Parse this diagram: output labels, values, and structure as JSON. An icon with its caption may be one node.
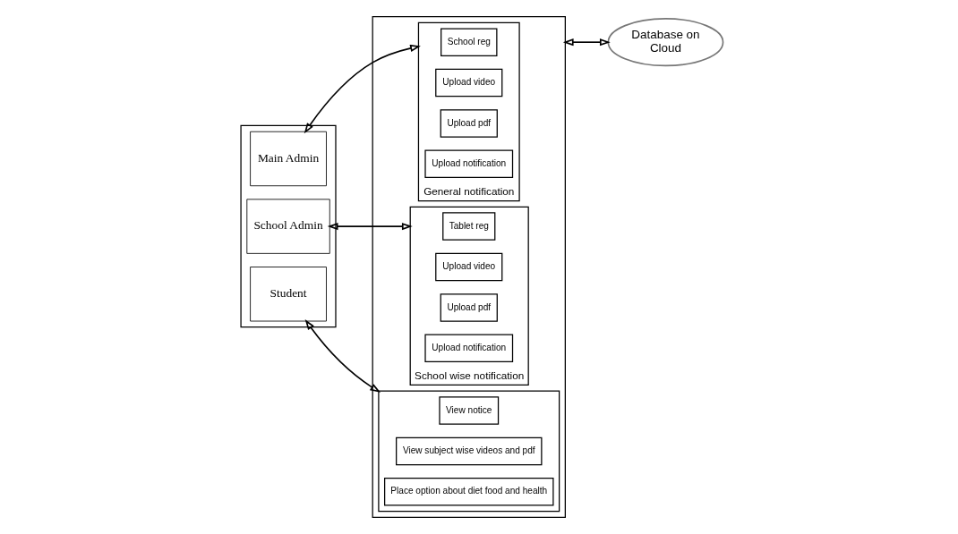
{
  "diagram": {
    "nodes": [
      {
        "text": [],
        "shape": "box"
      },
      {
        "text": [
          "Main Admin"
        ],
        "in": 0
      },
      {
        "text": [
          "School Admin"
        ],
        "in": 0
      },
      {
        "text": [
          "Student"
        ],
        "in": 0
      },
      {
        "text": [],
        "shape": "box"
      },
      {
        "text": [
          "General notification"
        ],
        "in": 4
      },
      {
        "text": [
          "School reg"
        ],
        "in": 5
      },
      {
        "text": [
          "Upload video"
        ],
        "in": 5
      },
      {
        "text": [
          "Upload pdf"
        ],
        "in": 5
      },
      {
        "text": [
          "Upload notification"
        ],
        "in": 5
      },
      {
        "text": [
          "School wise notification"
        ],
        "in": 4
      },
      {
        "text": [
          "Tablet reg"
        ],
        "in": 10
      },
      {
        "text": [
          "Upload video"
        ],
        "in": 10
      },
      {
        "text": [
          "Upload pdf"
        ],
        "in": 10
      },
      {
        "text": [
          "Upload notification"
        ],
        "in": 10
      },
      {
        "text": [],
        "shape": "box",
        "in": 4
      },
      {
        "text": [
          "View notice"
        ],
        "in": 15
      },
      {
        "text": [
          "View subject wise videos and pdf"
        ],
        "in": 15
      },
      {
        "text": [
          "Place option about diet food and health"
        ],
        "in": 15
      },
      {
        "text": [
          "Database on",
          "Cloud"
        ]
      }
    ],
    "edges": [
      {
        "from": 1,
        "to": 5,
        "arrow": "both"
      },
      {
        "from": 2,
        "to": 10,
        "arrow": "both"
      },
      {
        "from": 3,
        "to": 15,
        "arrow": "both"
      },
      {
        "from": 4,
        "to": 19,
        "arrow": "both"
      }
    ]
  }
}
